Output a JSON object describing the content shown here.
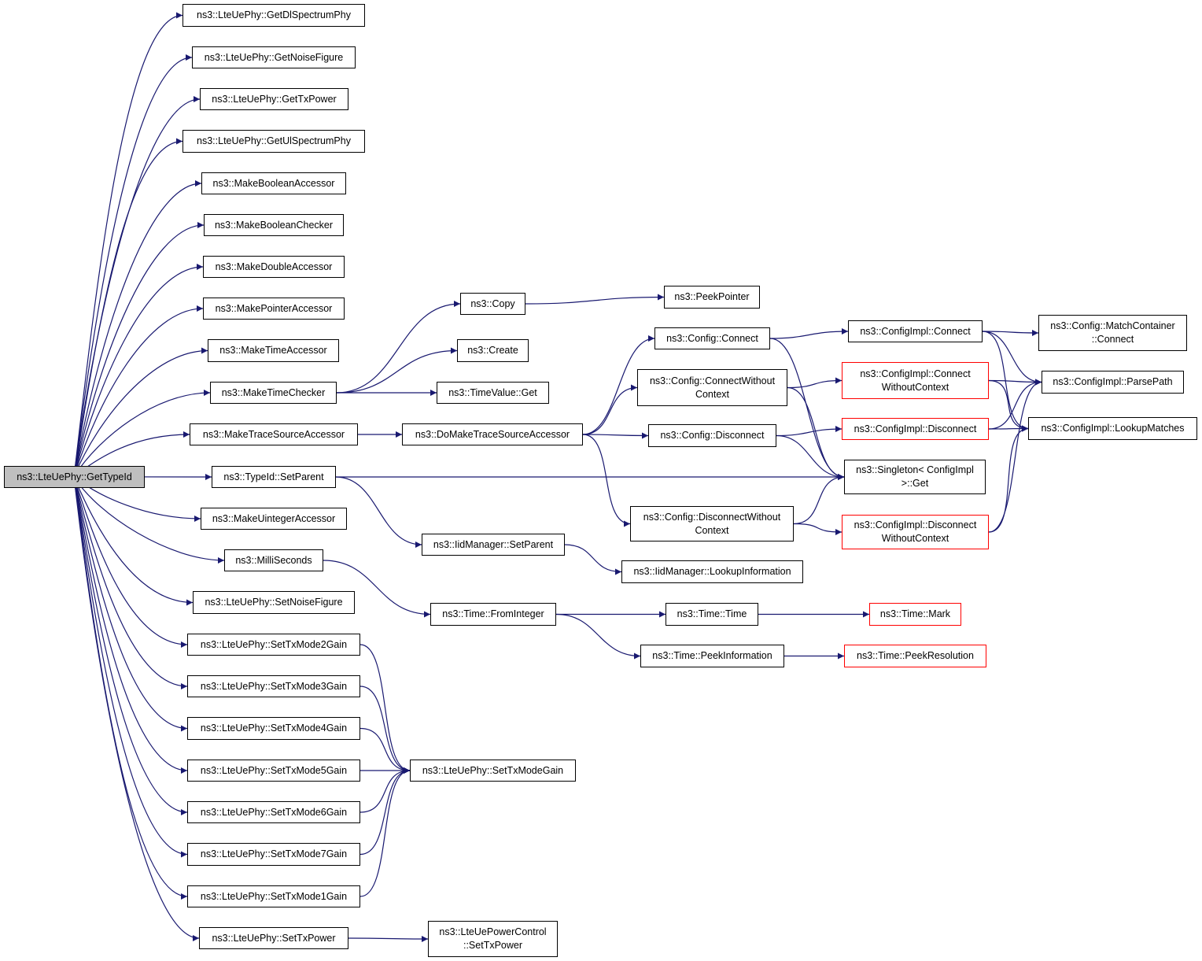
{
  "graph": {
    "edge_color": "#191970",
    "node_border_color": "#000000",
    "truncated_node_border_color": "#ff0000",
    "root_fill_color": "#bfbfbf",
    "nodes": {
      "root": {
        "lines": [
          "ns3::LteUePhy::GetTypeId"
        ]
      },
      "getDl": {
        "lines": [
          "ns3::LteUePhy::GetDlSpectrumPhy"
        ]
      },
      "getNoise": {
        "lines": [
          "ns3::LteUePhy::GetNoiseFigure"
        ]
      },
      "getTxPower": {
        "lines": [
          "ns3::LteUePhy::GetTxPower"
        ]
      },
      "getUl": {
        "lines": [
          "ns3::LteUePhy::GetUlSpectrumPhy"
        ]
      },
      "mkBoolAcc": {
        "lines": [
          "ns3::MakeBooleanAccessor"
        ]
      },
      "mkBoolChk": {
        "lines": [
          "ns3::MakeBooleanChecker"
        ]
      },
      "mkDoubleAcc": {
        "lines": [
          "ns3::MakeDoubleAccessor"
        ]
      },
      "mkPtrAcc": {
        "lines": [
          "ns3::MakePointerAccessor"
        ]
      },
      "mkTimeAcc": {
        "lines": [
          "ns3::MakeTimeAccessor"
        ]
      },
      "mkTimeChk": {
        "lines": [
          "ns3::MakeTimeChecker"
        ]
      },
      "mkTraceAcc": {
        "lines": [
          "ns3::MakeTraceSourceAccessor"
        ]
      },
      "setParent": {
        "lines": [
          "ns3::TypeId::SetParent"
        ]
      },
      "mkUintAcc": {
        "lines": [
          "ns3::MakeUintegerAccessor"
        ]
      },
      "milli": {
        "lines": [
          "ns3::MilliSeconds"
        ]
      },
      "setNoise": {
        "lines": [
          "ns3::LteUePhy::SetNoiseFigure"
        ]
      },
      "mode2": {
        "lines": [
          "ns3::LteUePhy::SetTxMode2Gain"
        ]
      },
      "mode3": {
        "lines": [
          "ns3::LteUePhy::SetTxMode3Gain"
        ]
      },
      "mode4": {
        "lines": [
          "ns3::LteUePhy::SetTxMode4Gain"
        ]
      },
      "mode5": {
        "lines": [
          "ns3::LteUePhy::SetTxMode5Gain"
        ]
      },
      "mode6": {
        "lines": [
          "ns3::LteUePhy::SetTxMode6Gain"
        ]
      },
      "mode7": {
        "lines": [
          "ns3::LteUePhy::SetTxMode7Gain"
        ]
      },
      "mode1": {
        "lines": [
          "ns3::LteUePhy::SetTxMode1Gain"
        ]
      },
      "setTxPower": {
        "lines": [
          "ns3::LteUePhy::SetTxPower"
        ]
      },
      "copy": {
        "lines": [
          "ns3::Copy"
        ]
      },
      "create": {
        "lines": [
          "ns3::Create"
        ]
      },
      "timeValueGet": {
        "lines": [
          "ns3::TimeValue::Get"
        ]
      },
      "doMakeTrace": {
        "lines": [
          "ns3::DoMakeTraceSourceAccessor"
        ]
      },
      "iidSetParent": {
        "lines": [
          "ns3::IidManager::SetParent"
        ]
      },
      "fromInteger": {
        "lines": [
          "ns3::Time::FromInteger"
        ]
      },
      "setTxModeGain": {
        "lines": [
          "ns3::LteUePhy::SetTxModeGain"
        ]
      },
      "pcSetTxPower": {
        "lines": [
          "ns3::LteUePowerControl",
          "::SetTxPower"
        ]
      },
      "peekPointer": {
        "lines": [
          "ns3::PeekPointer"
        ]
      },
      "cfgConnect": {
        "lines": [
          "ns3::Config::Connect"
        ]
      },
      "cfgConnectWo": {
        "lines": [
          "ns3::Config::ConnectWithout",
          "Context"
        ]
      },
      "cfgDisconnect": {
        "lines": [
          "ns3::Config::Disconnect"
        ]
      },
      "cfgDisconnectWo": {
        "lines": [
          "ns3::Config::DisconnectWithout",
          "Context"
        ]
      },
      "iidLookup": {
        "lines": [
          "ns3::IidManager::LookupInformation"
        ]
      },
      "timeTime": {
        "lines": [
          "ns3::Time::Time"
        ]
      },
      "peekInfo": {
        "lines": [
          "ns3::Time::PeekInformation"
        ]
      },
      "implConnect": {
        "lines": [
          "ns3::ConfigImpl::Connect"
        ]
      },
      "implConnectWo": {
        "lines": [
          "ns3::ConfigImpl::Connect",
          "WithoutContext"
        ]
      },
      "implDisconnect": {
        "lines": [
          "ns3::ConfigImpl::Disconnect"
        ]
      },
      "singleton": {
        "lines": [
          "ns3::Singleton< ConfigImpl",
          ">::Get"
        ]
      },
      "implDisconnectWo": {
        "lines": [
          "ns3::ConfigImpl::Disconnect",
          "WithoutContext"
        ]
      },
      "timeMark": {
        "lines": [
          "ns3::Time::Mark"
        ]
      },
      "peekRes": {
        "lines": [
          "ns3::Time::PeekResolution"
        ]
      },
      "matchConnect": {
        "lines": [
          "ns3::Config::MatchContainer",
          "::Connect"
        ]
      },
      "parsePath": {
        "lines": [
          "ns3::ConfigImpl::ParsePath"
        ]
      },
      "lookupMatches": {
        "lines": [
          "ns3::ConfigImpl::LookupMatches"
        ]
      }
    },
    "edges": [
      [
        "root",
        "getDl"
      ],
      [
        "root",
        "getNoise"
      ],
      [
        "root",
        "getTxPower"
      ],
      [
        "root",
        "getUl"
      ],
      [
        "root",
        "mkBoolAcc"
      ],
      [
        "root",
        "mkBoolChk"
      ],
      [
        "root",
        "mkDoubleAcc"
      ],
      [
        "root",
        "mkPtrAcc"
      ],
      [
        "root",
        "mkTimeAcc"
      ],
      [
        "root",
        "mkTimeChk"
      ],
      [
        "root",
        "mkTraceAcc"
      ],
      [
        "root",
        "setParent"
      ],
      [
        "root",
        "mkUintAcc"
      ],
      [
        "root",
        "milli"
      ],
      [
        "root",
        "setNoise"
      ],
      [
        "root",
        "mode2"
      ],
      [
        "root",
        "mode3"
      ],
      [
        "root",
        "mode4"
      ],
      [
        "root",
        "mode5"
      ],
      [
        "root",
        "mode6"
      ],
      [
        "root",
        "mode7"
      ],
      [
        "root",
        "mode1"
      ],
      [
        "root",
        "setTxPower"
      ],
      [
        "mkTimeChk",
        "copy"
      ],
      [
        "mkTimeChk",
        "create"
      ],
      [
        "mkTimeChk",
        "timeValueGet"
      ],
      [
        "copy",
        "peekPointer"
      ],
      [
        "mkTraceAcc",
        "doMakeTrace"
      ],
      [
        "doMakeTrace",
        "cfgConnect"
      ],
      [
        "doMakeTrace",
        "cfgConnectWo"
      ],
      [
        "doMakeTrace",
        "cfgDisconnect"
      ],
      [
        "doMakeTrace",
        "cfgDisconnectWo"
      ],
      [
        "setParent",
        "singleton"
      ],
      [
        "setParent",
        "iidSetParent"
      ],
      [
        "iidSetParent",
        "iidLookup"
      ],
      [
        "milli",
        "fromInteger"
      ],
      [
        "fromInteger",
        "timeTime"
      ],
      [
        "fromInteger",
        "peekInfo"
      ],
      [
        "timeTime",
        "timeMark"
      ],
      [
        "peekInfo",
        "peekRes"
      ],
      [
        "mode2",
        "setTxModeGain"
      ],
      [
        "mode3",
        "setTxModeGain"
      ],
      [
        "mode4",
        "setTxModeGain"
      ],
      [
        "mode5",
        "setTxModeGain"
      ],
      [
        "mode6",
        "setTxModeGain"
      ],
      [
        "mode7",
        "setTxModeGain"
      ],
      [
        "mode1",
        "setTxModeGain"
      ],
      [
        "setTxPower",
        "pcSetTxPower"
      ],
      [
        "cfgConnect",
        "implConnect"
      ],
      [
        "cfgConnect",
        "singleton"
      ],
      [
        "cfgConnectWo",
        "implConnectWo"
      ],
      [
        "cfgConnectWo",
        "singleton"
      ],
      [
        "cfgDisconnect",
        "implDisconnect"
      ],
      [
        "cfgDisconnect",
        "singleton"
      ],
      [
        "cfgDisconnectWo",
        "implDisconnectWo"
      ],
      [
        "cfgDisconnectWo",
        "singleton"
      ],
      [
        "implConnect",
        "matchConnect"
      ],
      [
        "implConnect",
        "parsePath"
      ],
      [
        "implConnect",
        "lookupMatches"
      ],
      [
        "implConnectWo",
        "parsePath"
      ],
      [
        "implConnectWo",
        "lookupMatches"
      ],
      [
        "implDisconnect",
        "parsePath"
      ],
      [
        "implDisconnect",
        "lookupMatches"
      ],
      [
        "implDisconnectWo",
        "parsePath"
      ],
      [
        "implDisconnectWo",
        "lookupMatches"
      ]
    ]
  }
}
